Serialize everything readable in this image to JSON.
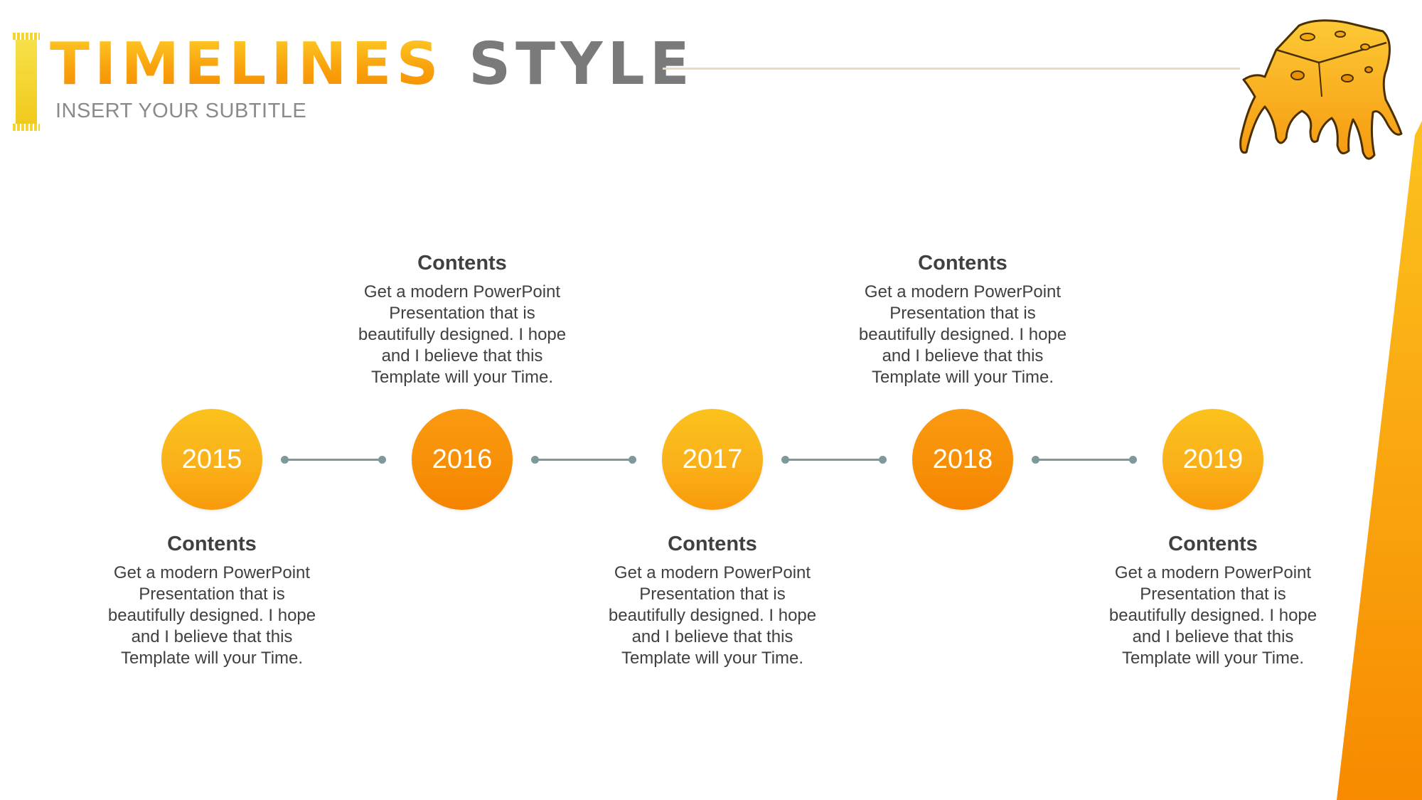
{
  "header": {
    "title_highlight": "TIMELINES",
    "title_rest": "STYLE",
    "subtitle": "INSERT YOUR SUBTITLE"
  },
  "colors": {
    "accent_orange": "#f78f06",
    "accent_yellow": "#fbc21d",
    "connector": "#7f999b",
    "title_gray": "#7a7a7a",
    "text": "#404040"
  },
  "timeline": [
    {
      "year": "2015",
      "position": "below",
      "heading": "Contents",
      "text": "Get a modern PowerPoint Presentation that is beautifully designed. I hope and I believe that this Template will your Time."
    },
    {
      "year": "2016",
      "position": "above",
      "heading": "Contents",
      "text": "Get a modern PowerPoint Presentation that is beautifully designed. I hope and I believe that this Template will your Time."
    },
    {
      "year": "2017",
      "position": "below",
      "heading": "Contents",
      "text": "Get a modern PowerPoint Presentation that is beautifully designed. I hope and I believe that this Template will your Time."
    },
    {
      "year": "2018",
      "position": "above",
      "heading": "Contents",
      "text": "Get a modern PowerPoint Presentation that is beautifully designed. I hope and I believe that this Template will your Time."
    },
    {
      "year": "2019",
      "position": "below",
      "heading": "Contents",
      "text": "Get a modern PowerPoint Presentation that is beautifully designed. I hope and I believe that this Template will your Time."
    }
  ],
  "decorations": {
    "corner_icon": "melting-cheese-icon"
  }
}
